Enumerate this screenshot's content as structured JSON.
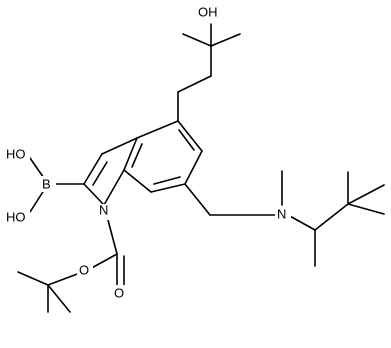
{
  "atoms": {
    "oh_top": "OH",
    "b": "B",
    "ho_b_upper": "HO",
    "ho_b_lower": "HO",
    "n_indole": "N",
    "n_amine": "N",
    "o_carbonyl": "O",
    "o_ester": "O"
  }
}
